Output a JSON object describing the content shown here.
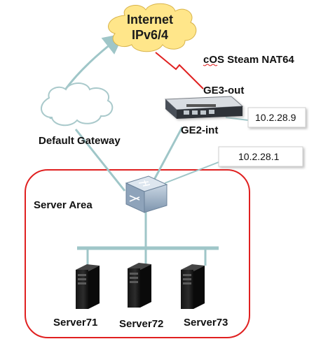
{
  "internet": {
    "line1": "Internet",
    "line2": "IPv6/4"
  },
  "nat_device": {
    "title": "cOS Steam NAT64",
    "out_port": "GE3-out",
    "in_port": "GE2-int"
  },
  "ip_labels": {
    "nat_int_ip": "10.2.28.9",
    "switch_ip": "10.2.28.1"
  },
  "default_gateway": "Default Gateway",
  "server_area": "Server Area",
  "servers": [
    "Server71",
    "Server72",
    "Server73"
  ],
  "colors": {
    "accent_red": "#e02020",
    "link_teal": "#9fc6c8",
    "cloud_fill": "#ffe68a"
  }
}
